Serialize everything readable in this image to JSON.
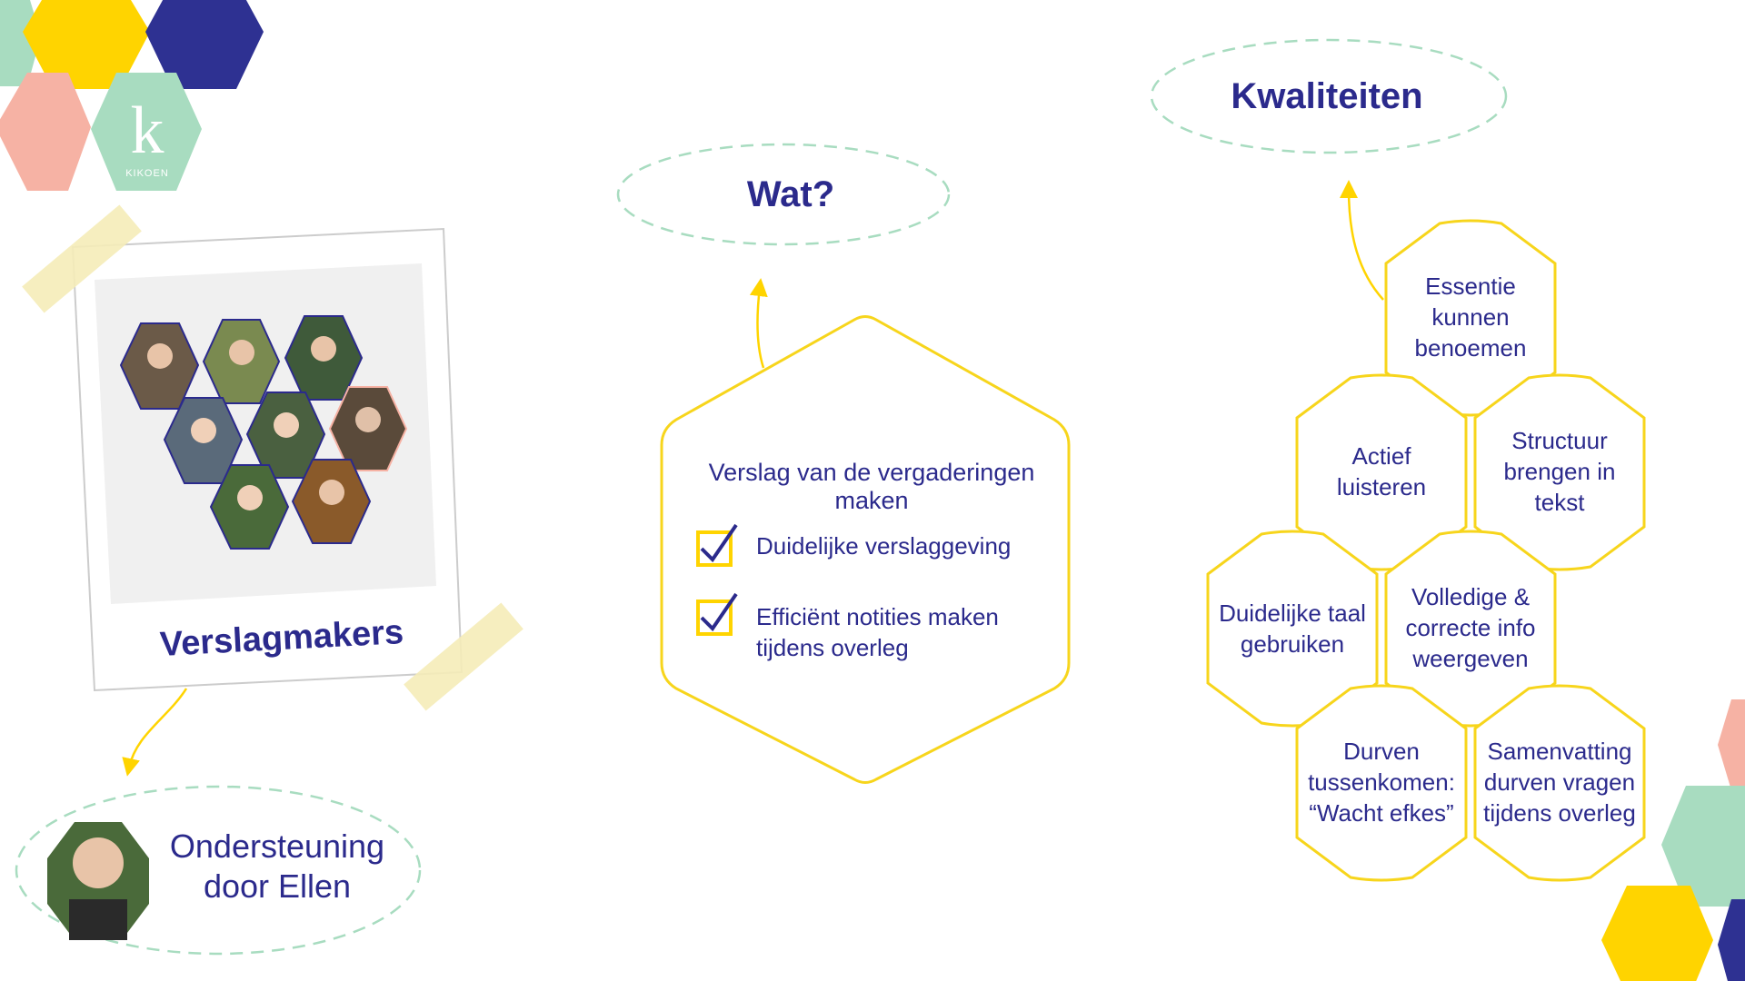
{
  "brand": {
    "logo_letter": "k",
    "logo_name": "KIKOEN"
  },
  "colors": {
    "navy": "#2b2a8c",
    "yellow": "#ffd400",
    "mint": "#a8dcc0",
    "salmon": "#f6b2a4",
    "hex_outline": "#f7d51c",
    "tape": "#f5ecb8",
    "dash": "#a8dcc0"
  },
  "polaroid": {
    "title": "Verslagmakers",
    "photos": [
      "team-member-photo",
      "team-member-photo",
      "team-member-photo",
      "team-member-photo",
      "team-member-photo",
      "team-member-photo",
      "team-member-photo",
      "team-member-photo"
    ]
  },
  "support": {
    "label_line1": "Ondersteuning",
    "label_line2": "door Ellen"
  },
  "wat": {
    "title": "Wat?",
    "main_task": "Verslag van de vergaderingen maken",
    "checks": [
      {
        "line1": "Duidelijke verslaggeving",
        "line2": ""
      },
      {
        "line1": "Efficiënt notities maken",
        "line2": "tijdens overleg"
      }
    ]
  },
  "kwaliteiten": {
    "title": "Kwaliteiten",
    "hexes": [
      {
        "lines": [
          "Essentie",
          "kunnen",
          "benoemen"
        ]
      },
      {
        "lines": [
          "Actief",
          "luisteren"
        ]
      },
      {
        "lines": [
          "Structuur",
          "brengen in",
          "tekst"
        ]
      },
      {
        "lines": [
          "Duidelijke taal",
          "gebruiken"
        ]
      },
      {
        "lines": [
          "Volledige &",
          "correcte info",
          "weergeven"
        ]
      },
      {
        "lines": [
          "Durven",
          "tussenkomen:",
          "“Wacht efkes”"
        ]
      },
      {
        "lines": [
          "Samenvatting",
          "durven vragen",
          "tijdens overleg"
        ]
      }
    ]
  }
}
